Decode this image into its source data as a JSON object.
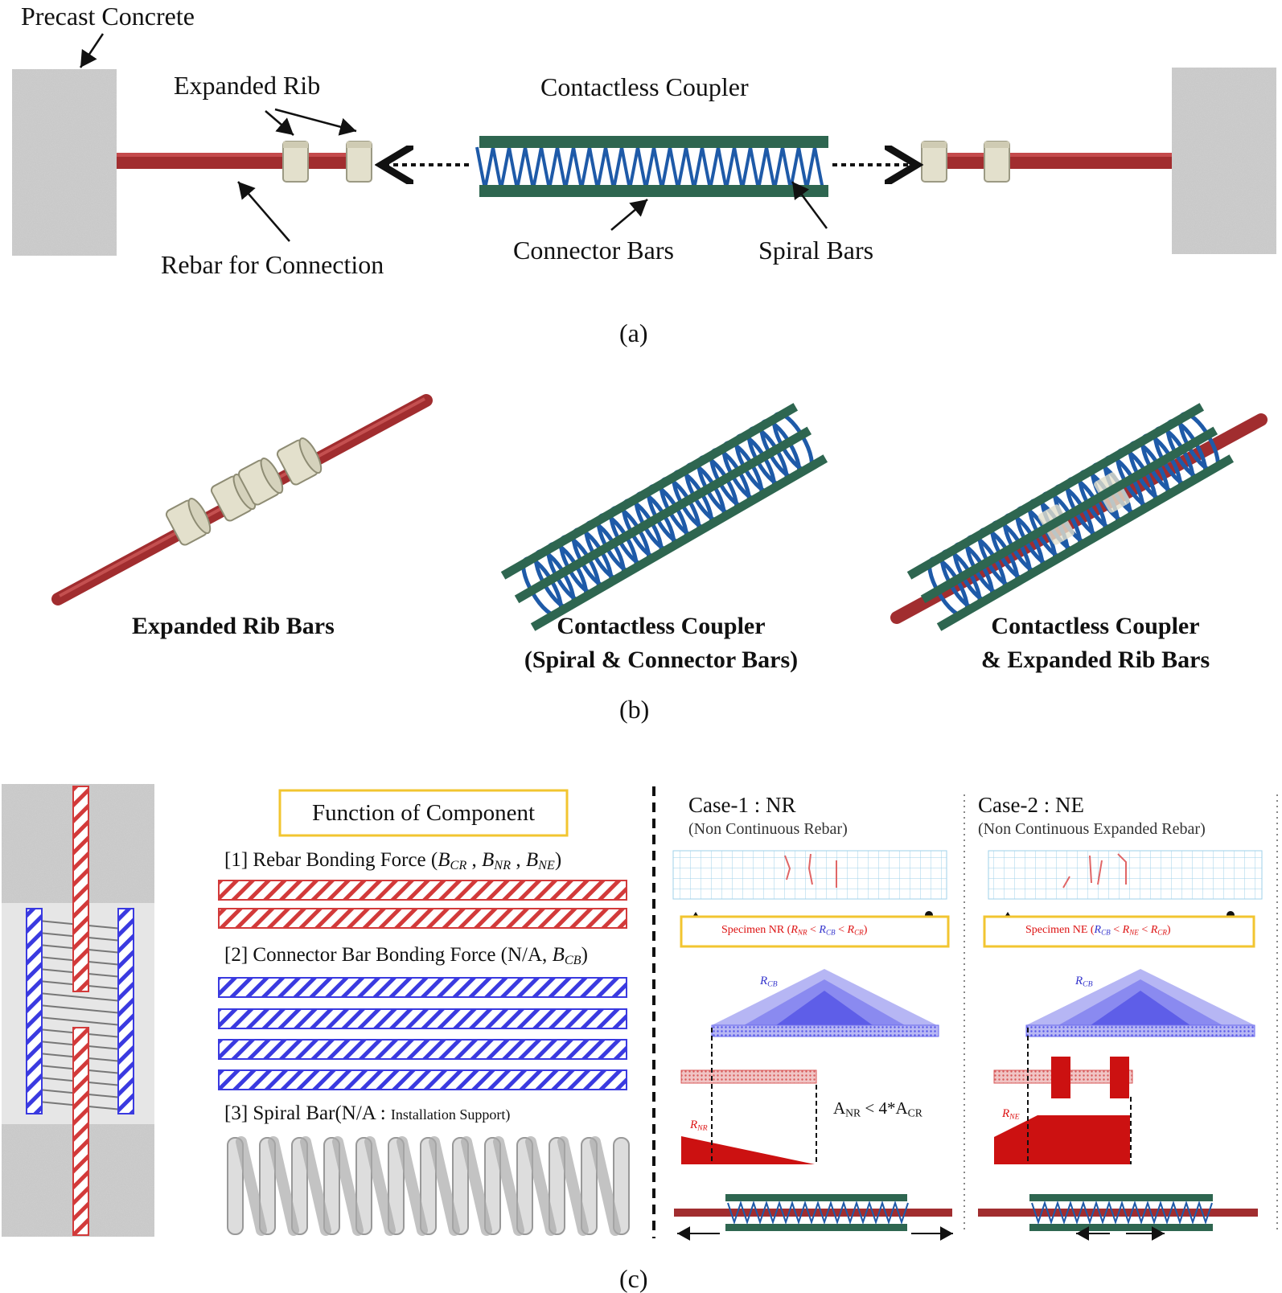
{
  "panel_a": {
    "precast_concrete": "Precast Concrete",
    "expanded_rib": "Expanded Rib",
    "contactless_coupler": "Contactless Coupler",
    "rebar_for_connection": "Rebar for Connection",
    "connector_bars": "Connector Bars",
    "spiral_bars": "Spiral  Bars",
    "caption": "(a)"
  },
  "panel_b": {
    "expanded_rib_bars": "Expanded Rib Bars",
    "coupler_line1": "Contactless Coupler",
    "coupler_line2": "(Spiral & Connector Bars)",
    "combo_line1": "Contactless Coupler",
    "combo_line2": "& Expanded Rib Bars",
    "caption": "(b)"
  },
  "panel_c": {
    "function_title": "Function of Component",
    "item1_prefix": "[1] Rebar Bonding Force (",
    "item1_b1": "B",
    "item1_s1": "CR",
    "item1_b2": "B",
    "item1_s2": "NR",
    "item1_b3": "B",
    "item1_s3": "NE",
    "item2_prefix": "[2] Connector  Bar  Bonding  Force  (N/A, ",
    "item2_b": "B",
    "item2_s": "CB",
    "item3_prefix": "[3] Spiral Bar(N/A : ",
    "item3_small": "Installation Support)",
    "case1_title": "Case-1 : NR",
    "case1_sub": "(Non Continuous  Rebar)",
    "case2_title": "Case-2 : NE",
    "case2_sub": "(Non Continuous  Expanded Rebar)",
    "specimen_nr": "Specimen NR (",
    "specimen_nr_tail": "R",
    "specimen_ne": "Specimen NE (",
    "r_cb": "R",
    "r_cb_sub": "CB",
    "r_nr": "R",
    "r_nr_sub": "NR",
    "r_ne": "R",
    "r_ne_sub": "NE",
    "area_eq": "A",
    "area_eq_sub1": "NR",
    "area_eq_mid": " < 4*A",
    "area_eq_sub2": "CR",
    "caption": "(c)"
  },
  "colors": {
    "rebar": "#a12d2f",
    "connector": "#2e6650",
    "spiral": "#1e5aa8",
    "rib": "#e3e0cc",
    "hatch_red": "#d23a3a",
    "hatch_blue": "#3a3ae0",
    "frame_yellow": "#f2c530"
  }
}
